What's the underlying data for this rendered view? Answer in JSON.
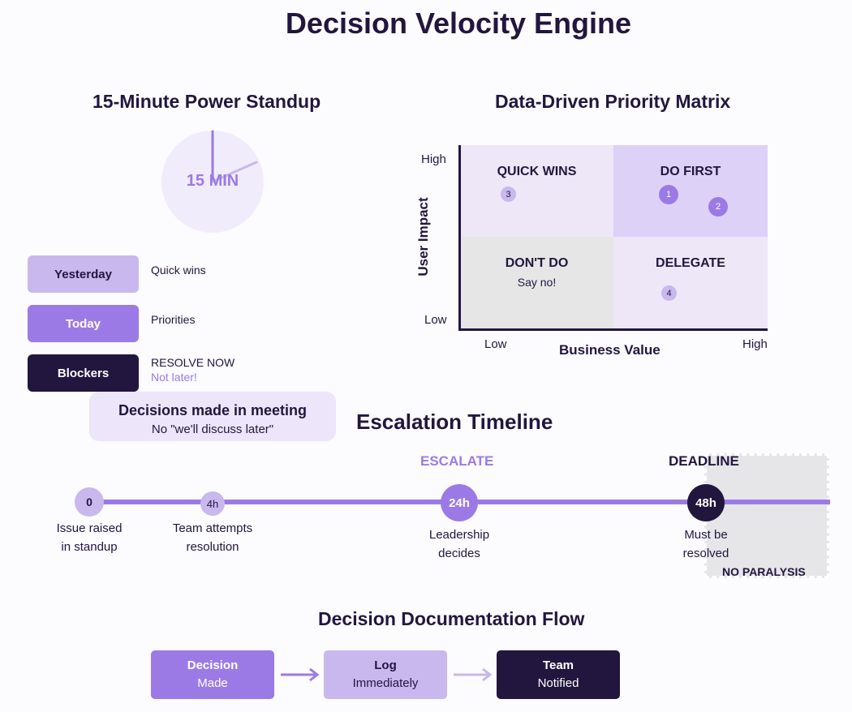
{
  "title": "Decision Velocity Engine",
  "standup": {
    "title": "15-Minute Power Standup",
    "clock_label": "15 MIN",
    "items": [
      {
        "label": "Yesterday",
        "note": "Quick wins",
        "sub": ""
      },
      {
        "label": "Today",
        "note": "Priorities",
        "sub": ""
      },
      {
        "label": "Blockers",
        "note": "RESOLVE NOW",
        "sub": "Not later!"
      }
    ],
    "callout": {
      "title": "Decisions made in meeting",
      "sub": "No \"we'll discuss later\""
    }
  },
  "matrix": {
    "title": "Data-Driven Priority Matrix",
    "y_axis": {
      "label": "User Impact",
      "high": "High",
      "low": "Low"
    },
    "x_axis": {
      "label": "Business Value",
      "low": "Low",
      "high": "High"
    },
    "quadrants": {
      "quick_wins": {
        "title": "QUICK WINS",
        "sub": ""
      },
      "do_first": {
        "title": "DO FIRST",
        "sub": ""
      },
      "dont_do": {
        "title": "DON'T DO",
        "sub": "Say no!"
      },
      "delegate": {
        "title": "DELEGATE",
        "sub": ""
      }
    },
    "items": [
      {
        "label": "1"
      },
      {
        "label": "2"
      },
      {
        "label": "3"
      },
      {
        "label": "4"
      }
    ]
  },
  "timeline": {
    "title": "Escalation Timeline",
    "milestones": [
      {
        "label": "0",
        "caption_1": "Issue raised",
        "caption_2": "in standup"
      },
      {
        "label": "4h",
        "caption_1": "Team attempts",
        "caption_2": "resolution"
      },
      {
        "label": "24h",
        "caption_1": "Leadership",
        "caption_2": "decides",
        "heading": "ESCALATE"
      },
      {
        "label": "48h",
        "caption_1": "Must be",
        "caption_2": "resolved",
        "heading": "DEADLINE"
      }
    ],
    "zone_label": "NO PARALYSIS"
  },
  "flow": {
    "title": "Decision Documentation Flow",
    "steps": [
      {
        "line_1": "Decision",
        "line_2": "Made"
      },
      {
        "line_1": "Log",
        "line_2": "Immediately"
      },
      {
        "line_1": "Team",
        "line_2": "Notified"
      }
    ]
  },
  "colors": {
    "dark": "#22163f",
    "purple": "#9c7ae6",
    "lavender": "#c8b8ee",
    "pale": "#ede5fa",
    "gray": "#e6e6e6"
  }
}
